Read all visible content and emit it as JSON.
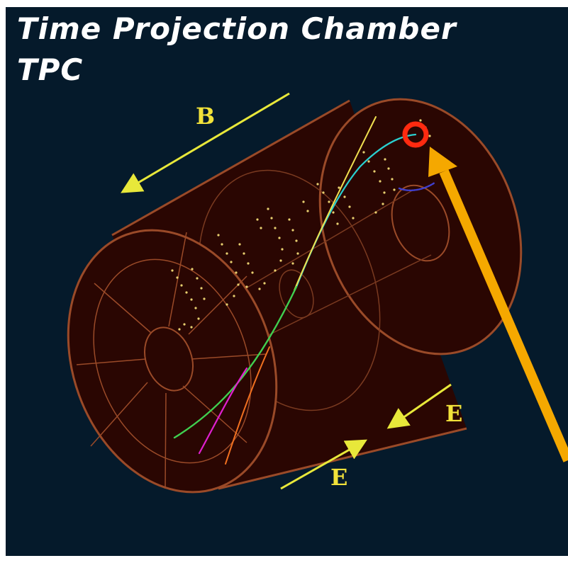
{
  "title": {
    "line1": "Time Projection Chamber",
    "line2": "TPC"
  },
  "labels": {
    "magnetic_field": "B",
    "electric_field_upper": "E",
    "electric_field_lower": "E"
  },
  "colors": {
    "background": "#051a2b",
    "chamber_fill": "#2a0602",
    "chamber_line": "#9a4a28",
    "field_arrow": "#e8e83a",
    "highlight_circle": "#ff2a10",
    "pointer_arrow": "#f5a800",
    "track_cyan": "#2ad0d0",
    "track_yellow": "#f0e050",
    "track_green": "#40d050",
    "track_magenta": "#e020d0",
    "track_orange": "#f07020",
    "track_blue": "#4040d0",
    "hits_yellow": "#e8d070"
  }
}
